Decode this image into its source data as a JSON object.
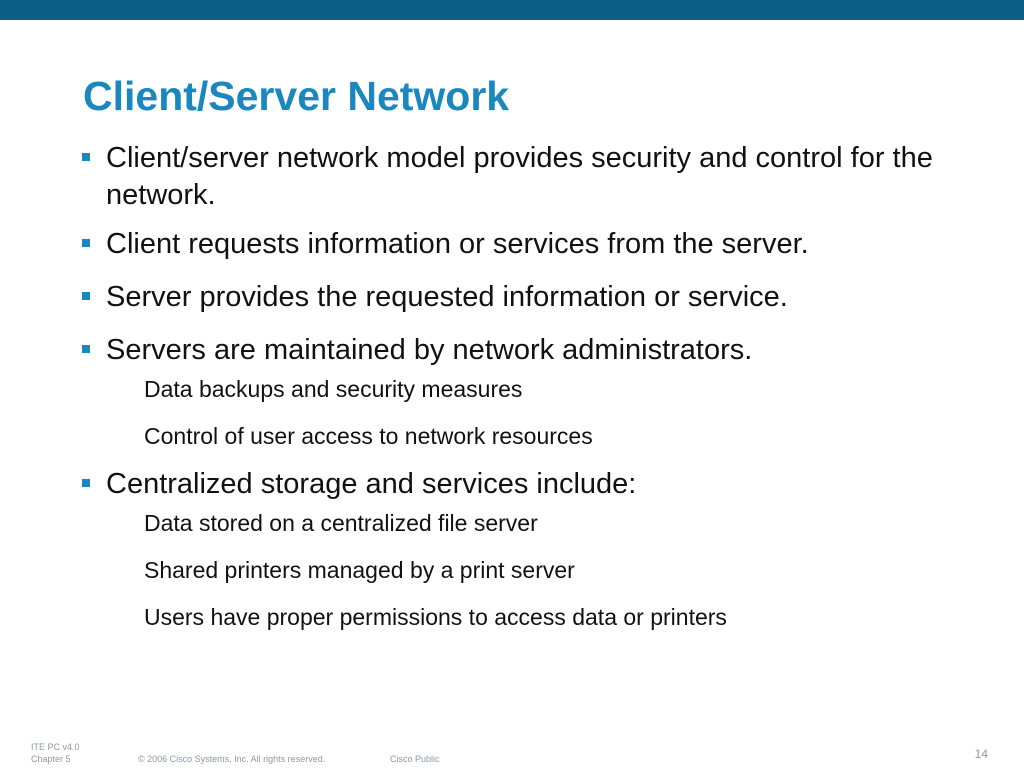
{
  "slide": {
    "title": "Client/Server Network",
    "bullets": [
      {
        "text": "Client/server network model provides security and control for the network."
      },
      {
        "text": "Client requests information or services from the server."
      },
      {
        "text": "Server provides the requested information or service."
      },
      {
        "text": "Servers are maintained by network administrators."
      },
      {
        "text": "Centralized storage and services include:"
      }
    ],
    "subitems": [
      {
        "text": "Data backups and security measures"
      },
      {
        "text": "Control of user access to network resources"
      },
      {
        "text": "Data stored on a centralized file server"
      },
      {
        "text": "Shared printers managed by a print server"
      },
      {
        "text": "Users have proper permissions to access data or printers"
      }
    ]
  },
  "footer": {
    "course": "ITE PC v4.0",
    "chapter": "Chapter 5",
    "copyright": "© 2006 Cisco Systems, Inc. All rights reserved.",
    "classification": "Cisco Public",
    "page_number": "14"
  },
  "colors": {
    "top_bar": "#0b5e86",
    "title": "#1a87be",
    "bullet_marker": "#1a87be",
    "body_text": "#111111",
    "footer_text": "#8a99a6"
  }
}
